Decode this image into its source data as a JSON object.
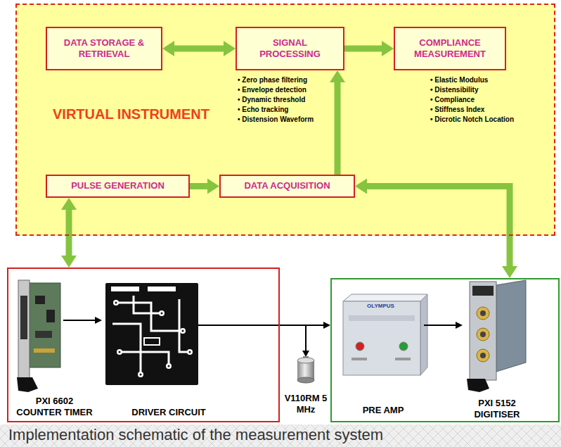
{
  "diagram": {
    "caption": "Implementation schematic of the measurement system",
    "nodes": [
      {
        "text": [
          "VIRTUAL INSTRUMENT"
        ]
      },
      {
        "text": [
          "DATA STORAGE & RETRIEVAL"
        ],
        "in": 0
      },
      {
        "text": [
          "SIGNAL PROCESSING"
        ],
        "in": 0
      },
      {
        "text": [
          "COMPLIANCE MEASUREMENT"
        ],
        "in": 0
      },
      {
        "text": [
          "PULSE GENERATION"
        ],
        "in": 0
      },
      {
        "text": [
          "DATA ACQUISITION"
        ],
        "in": 0
      },
      {
        "text": [
          "PXI 6602 COUNTER TIMER",
          "DRIVER CIRCUIT"
        ]
      },
      {
        "text": [
          "PRE AMP",
          "PXI 5152 DIGITISER"
        ]
      }
    ],
    "edges": [
      {
        "from": 1,
        "to": 2,
        "arrow": "both"
      },
      {
        "from": 2,
        "to": 3,
        "arrow": "to"
      },
      {
        "from": 5,
        "to": 2,
        "arrow": "to"
      },
      {
        "from": 4,
        "to": 5,
        "arrow": "to"
      },
      {
        "from": 4,
        "to": 6,
        "arrow": "both"
      },
      {
        "from": 5,
        "to": 7,
        "arrow": "both"
      },
      {
        "from": 6,
        "to": 7,
        "arrow": "to"
      }
    ],
    "labels": [
      "• Zero phase filtering",
      "• Envelope detection",
      "• Dynamic threshold",
      "• Echo tracking",
      "• Distension Waveform",
      "• Elastic Modulus",
      "• Distensibility",
      "• Compliance",
      "• Stiffness Index",
      "• Dicrotic Notch Location",
      "V110RM 5 MHz",
      "OLYMPUS"
    ]
  }
}
